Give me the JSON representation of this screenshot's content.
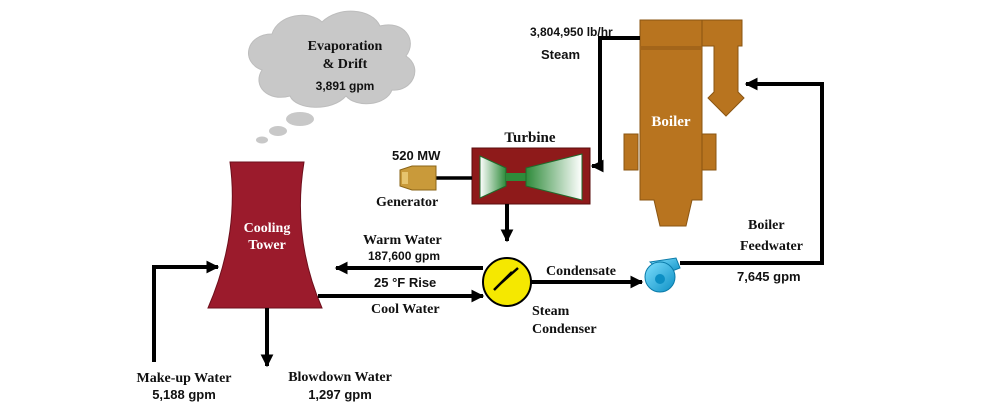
{
  "colors": {
    "cooling_tower": "#9b1b2c",
    "boiler": "#b8741f",
    "turbine_body": "#8e1a1a",
    "turbine_blade": "#2e8b3a",
    "generator": "#c99a3a",
    "condenser": "#f5e800",
    "pump": "#19b6e6",
    "cloud": "#c8c8c8",
    "line": "#000000"
  },
  "labels": {
    "evaporation": "Evaporation",
    "drift": "& Drift",
    "evaporation_flow": "3,891 gpm",
    "steam_flow": "3,804,950 lb/hr",
    "steam": "Steam",
    "boiler": "Boiler",
    "turbine": "Turbine",
    "generator_power": "520 MW",
    "generator": "Generator",
    "cooling": "Cooling",
    "tower": "Tower",
    "warm_water": "Warm Water",
    "warm_water_flow": "187,600 gpm",
    "rise": "25 °F Rise",
    "cool_water": "Cool Water",
    "condensate": "Condensate",
    "steam_condenser_1": "Steam",
    "steam_condenser_2": "Condenser",
    "boiler_feedwater_1": "Boiler",
    "boiler_feedwater_2": "Feedwater",
    "feedwater_flow": "7,645 gpm",
    "makeup_water": "Make-up Water",
    "makeup_flow": "5,188 gpm",
    "blowdown_water": "Blowdown Water",
    "blowdown_flow": "1,297 gpm"
  }
}
